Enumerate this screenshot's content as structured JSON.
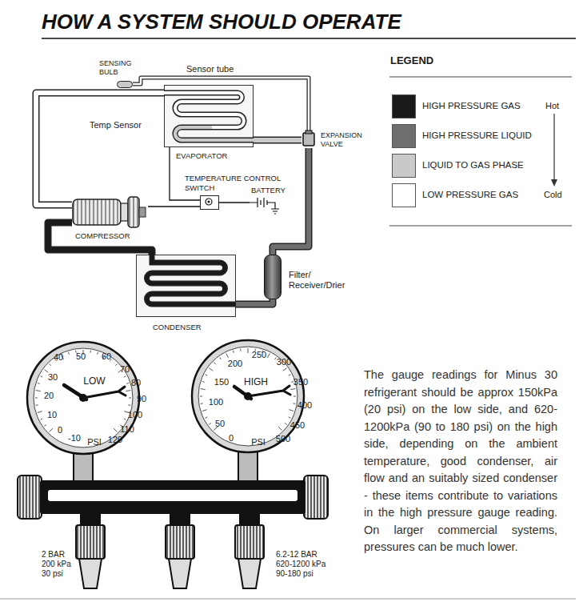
{
  "diagram": {
    "title": "HOW A SYSTEM SHOULD OPERATE",
    "caption": "The gauge readings for Minus 30 refrigerant should be approx 150kPa (20 psi) on the low side, and 620-1200kPa (90 to 180 psi) on the high side, depending on the ambient temperature, good condenser, air flow and an suitably sized condenser - these items contribute to variations in the high pressure gauge reading. On larger commercial systems, pressures can be much lower.",
    "nodes": [
      {
        "text": [
          "SENSING BULB"
        ]
      },
      {
        "text": [
          "EVAPORATOR"
        ]
      },
      {
        "text": [
          "EXPANSION VALVE"
        ]
      },
      {
        "text": [
          "TEMPERATURE CONTROL SWITCH"
        ]
      },
      {
        "text": [
          "BATTERY"
        ]
      },
      {
        "text": [
          "COMPRESSOR"
        ]
      },
      {
        "text": [
          "CONDENSER"
        ]
      },
      {
        "text": [
          "Filter/ Receiver/Drier"
        ]
      }
    ],
    "edges": [
      {
        "from": 5,
        "to": 6,
        "arrow": "none"
      },
      {
        "from": 6,
        "to": 7,
        "arrow": "none"
      },
      {
        "from": 7,
        "to": 2,
        "arrow": "none"
      },
      {
        "from": 2,
        "to": 1,
        "arrow": "none"
      },
      {
        "from": 1,
        "to": 5,
        "arrow": "none"
      },
      {
        "from": 0,
        "to": 2,
        "arrow": "none"
      },
      {
        "from": 1,
        "to": 3,
        "arrow": "none"
      },
      {
        "from": 3,
        "to": 5,
        "arrow": "none"
      },
      {
        "from": 3,
        "to": 4,
        "arrow": "none"
      }
    ],
    "labels": [
      "LEGEND",
      "Hot",
      "Cold",
      "Sensor tube",
      "Temp Sensor",
      "40",
      "50",
      "60",
      "70",
      "30",
      "80",
      "20",
      "90",
      "10",
      "100",
      "0",
      "110",
      "-10",
      "120",
      "LOW",
      "PSI",
      "250",
      "200",
      "300",
      "150",
      "350",
      "100",
      "400",
      "50",
      "450",
      "0",
      "500",
      "HIGH",
      "PSI",
      "2 BAR",
      "200 kPa",
      "30 psi",
      "6.2-12 BAR",
      "620-1200 kPa",
      "90-180 psi"
    ],
    "legend": [
      {
        "text": "HIGH PRESSURE GAS",
        "color": "#1a1a1a"
      },
      {
        "text": "HIGH PRESSURE LIQUID",
        "color": "#6d6e70"
      },
      {
        "text": "LIQUID TO GAS PHASE",
        "color": "#c8c9cb"
      },
      {
        "text": "LOW PRESSURE GAS",
        "color": "#ffffff"
      }
    ]
  }
}
